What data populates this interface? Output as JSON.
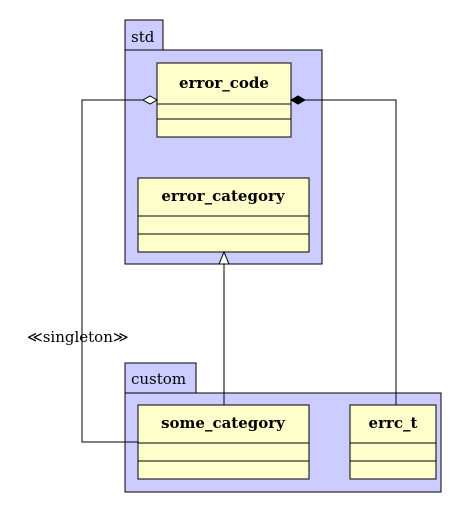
{
  "packages": {
    "std": {
      "name": "std"
    },
    "custom": {
      "name": "custom"
    }
  },
  "classes": {
    "error_code": {
      "name": "error_code"
    },
    "error_category": {
      "name": "error_category"
    },
    "some_category": {
      "name": "some_category"
    },
    "errc_t": {
      "name": "errc_t"
    }
  },
  "relations": {
    "singleton": {
      "stereotype": "≪singleton≫"
    }
  }
}
